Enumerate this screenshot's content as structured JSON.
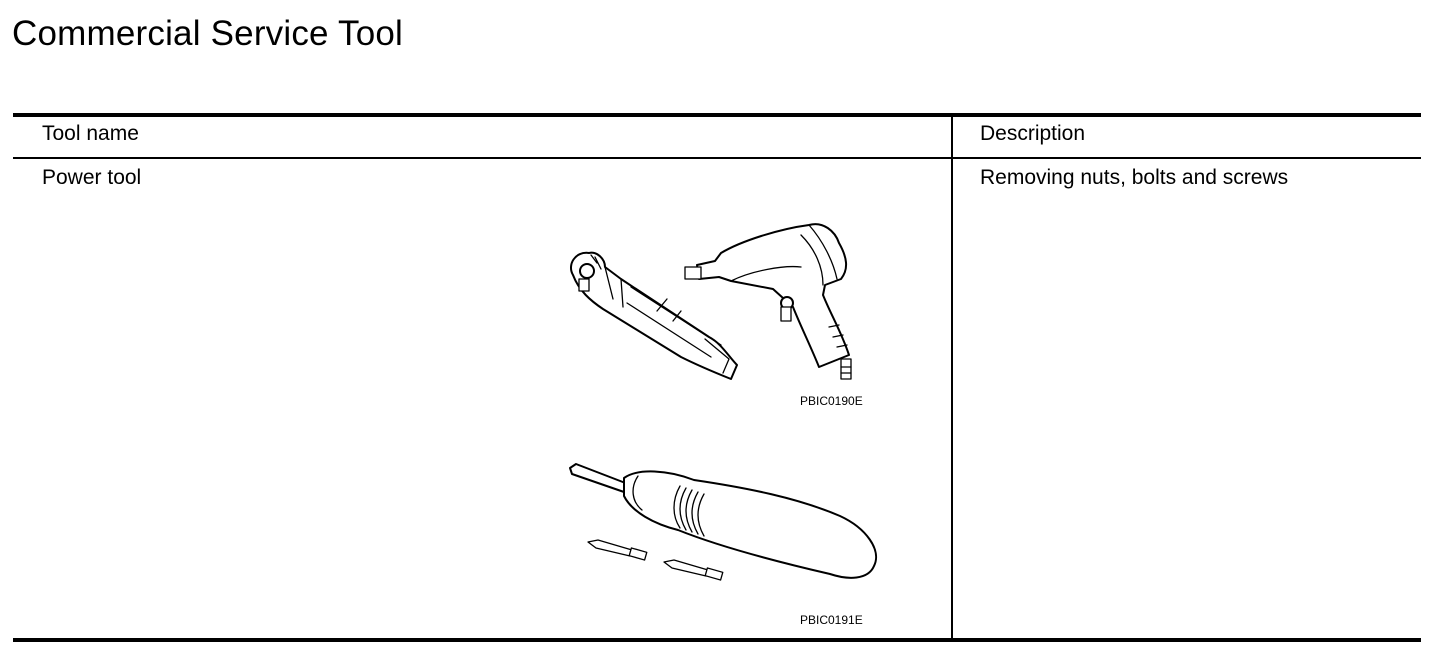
{
  "page": {
    "title": "Commercial Service Tool"
  },
  "table": {
    "headers": {
      "tool_name": "Tool name",
      "description": "Description"
    },
    "rows": [
      {
        "tool_name": "Power tool",
        "description": "Removing nuts, bolts and screws",
        "figures": [
          {
            "code": "PBIC0190E",
            "icons": [
              "ratchet-wrench-icon",
              "impact-wrench-icon"
            ]
          },
          {
            "code": "PBIC0191E",
            "icons": [
              "power-screwdriver-icon",
              "screwdriver-bit-icon"
            ]
          }
        ]
      }
    ]
  }
}
